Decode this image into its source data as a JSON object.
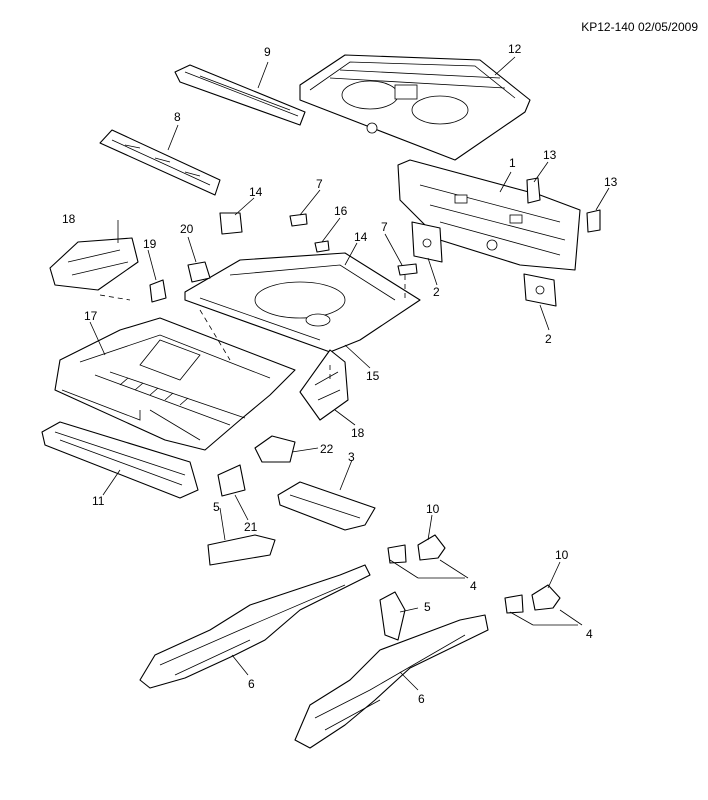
{
  "document_ref": "KP12-140 02/05/2009",
  "callouts": {
    "c1": "1",
    "c2a": "2",
    "c2b": "2",
    "c3": "3",
    "c4a": "4",
    "c4b": "4",
    "c5a": "5",
    "c5b": "5",
    "c6a": "6",
    "c6b": "6",
    "c7a": "7",
    "c7b": "7",
    "c8": "8",
    "c9": "9",
    "c10a": "10",
    "c10b": "10",
    "c11": "11",
    "c12": "12",
    "c13a": "13",
    "c13b": "13",
    "c14a": "14",
    "c14b": "14",
    "c15": "15",
    "c16": "16",
    "c17": "17",
    "c18a": "18",
    "c18b": "18",
    "c19": "19",
    "c20": "20",
    "c21": "21",
    "c22": "22"
  }
}
